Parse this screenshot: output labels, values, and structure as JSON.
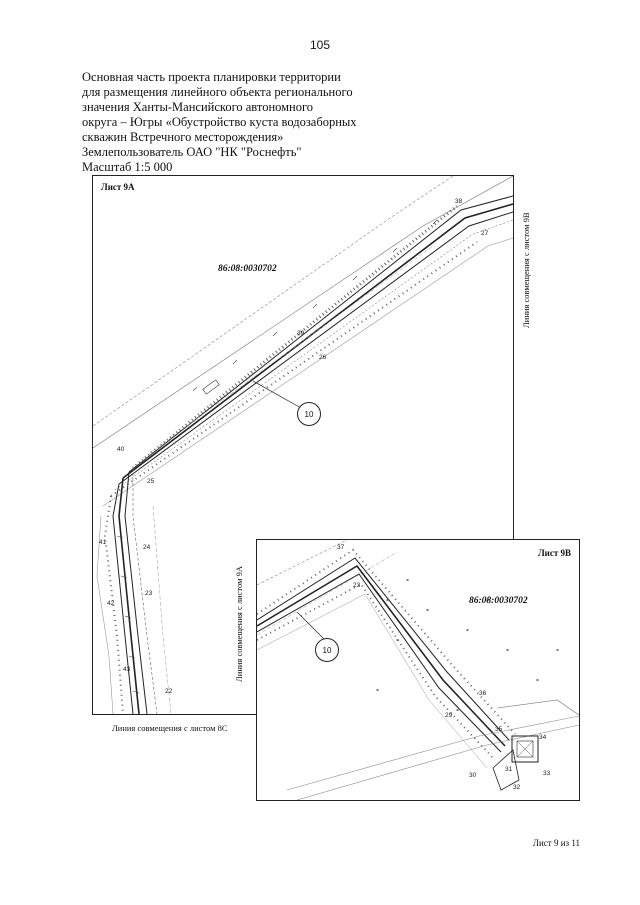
{
  "page_number": "105",
  "header_lines": [
    "Основная часть проекта планировки территории",
    "для размещения линейного объекта регионального",
    "значения Ханты-Мансийского автономного",
    "округа – Югры «Обустройство куста водозаборных",
    "скважин Встречного месторождения»",
    "Землепользователь ОАО \"НК \"Роснефть\"",
    "Масштаб 1:5 000"
  ],
  "sheet_a": {
    "title": "Лист 9А",
    "cadastral": "86:08:0030702",
    "callout": "10",
    "labels": {
      "l38": "38",
      "l27": "27",
      "l39": "39",
      "l26": "26",
      "l40": "40",
      "l25": "25",
      "l41": "41",
      "l24": "24",
      "l42": "42",
      "l23": "23",
      "l43": "43",
      "l22": "22"
    },
    "right_match_line": "Линия совмещения с листом 9В",
    "bottom_match_line": "Линия совмещения с листом 8С"
  },
  "sheet_b": {
    "title": "Лист 9В",
    "cadastral": "86:08:0030702",
    "callout": "10",
    "labels": {
      "l37": "37",
      "l23": "23",
      "l36": "36",
      "l29": "29",
      "l35": "35",
      "l34": "34",
      "l30": "30",
      "l31": "31",
      "l32": "32",
      "l33": "33"
    },
    "left_match_line": "Линия совмещения с листом 9А"
  },
  "footer": "Лист 9 из 11"
}
